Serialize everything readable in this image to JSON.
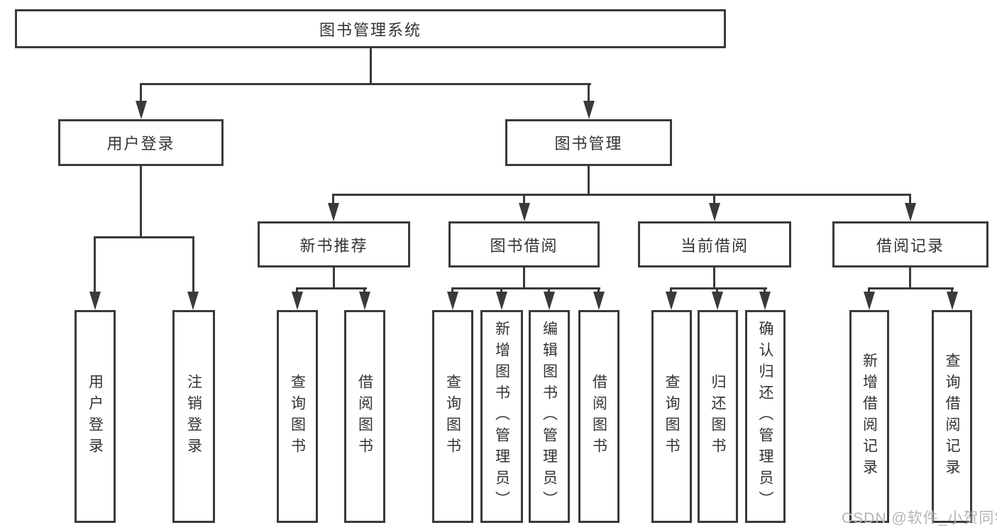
{
  "diagram": {
    "root": {
      "label": "图书管理系统"
    },
    "branches": [
      {
        "id": "user-login",
        "label": "用户登录",
        "children": [
          "用户登录",
          "注销登录"
        ]
      },
      {
        "id": "book-management",
        "label": "图书管理",
        "sections": [
          {
            "id": "new-book-recommend",
            "label": "新书推荐",
            "children": [
              "查询图书",
              "借阅图书"
            ]
          },
          {
            "id": "book-borrow",
            "label": "图书借阅",
            "children": [
              "查询图书",
              "新增图书（管理员）",
              "编辑图书（管理员）",
              "借阅图书"
            ]
          },
          {
            "id": "current-borrow",
            "label": "当前借阅",
            "children": [
              "查询图书",
              "归还图书",
              "确认归还（管理员）"
            ]
          },
          {
            "id": "borrow-records",
            "label": "借阅记录",
            "children": [
              "新增借阅记录",
              "查询借阅记录"
            ]
          }
        ]
      }
    ]
  },
  "watermark": {
    "text": "CSDN @软件_小贺同学"
  },
  "colors": {
    "line": "#3a3a3a",
    "text": "#333333",
    "watermark": "#b5b5b5",
    "background": "#ffffff"
  }
}
